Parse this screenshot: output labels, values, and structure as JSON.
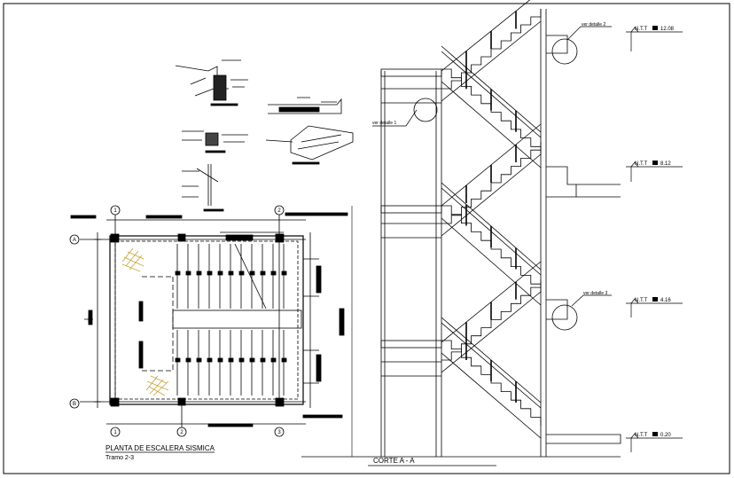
{
  "plan": {
    "title": "PLANTA DE ESCALERA SISMICA",
    "subtitle": "Tramo 2-3",
    "axes_top": [
      "1",
      "2"
    ],
    "axes_bottom": [
      "1",
      "2",
      "3"
    ],
    "axes_left": [
      "A",
      "B"
    ]
  },
  "section": {
    "title": "CORTE A - A",
    "levels": [
      {
        "label": "N.T.T",
        "value": "12.08"
      },
      {
        "label": "N.T.T",
        "value": "8.12"
      },
      {
        "label": "N.T.T",
        "value": "4.16"
      },
      {
        "label": "N.T.T",
        "value": "0.20"
      }
    ],
    "detail_callouts": [
      "ver detalle 2",
      "ver detalle 1",
      "ver detalle 3"
    ]
  },
  "colors": {
    "line": "#000000",
    "hatch": "#c8a23c"
  }
}
